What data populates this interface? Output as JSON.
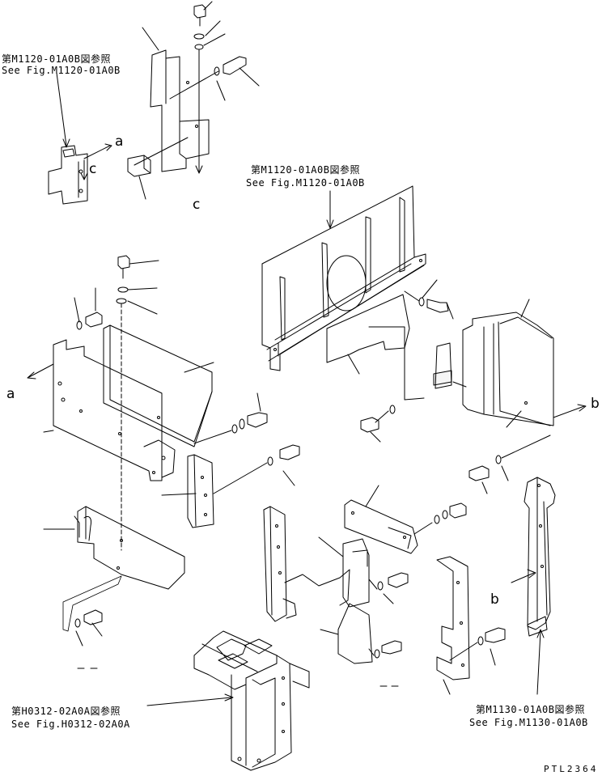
{
  "references": [
    {
      "jp": "第M1120-01A0B図参照",
      "en": "See Fig.M1120-01A0B"
    },
    {
      "jp": "第M1120-01A0B図参照",
      "en": "See Fig.M1120-01A0B"
    },
    {
      "jp": "第H0312-02A0A図参照",
      "en": "See Fig.H0312-02A0A"
    },
    {
      "jp": "第M1130-01A0B図参照",
      "en": "See Fig.M1130-01A0B"
    }
  ],
  "connectors": [
    "a",
    "a",
    "c",
    "c",
    "b",
    "b"
  ],
  "drawing_code": "PTL2364"
}
